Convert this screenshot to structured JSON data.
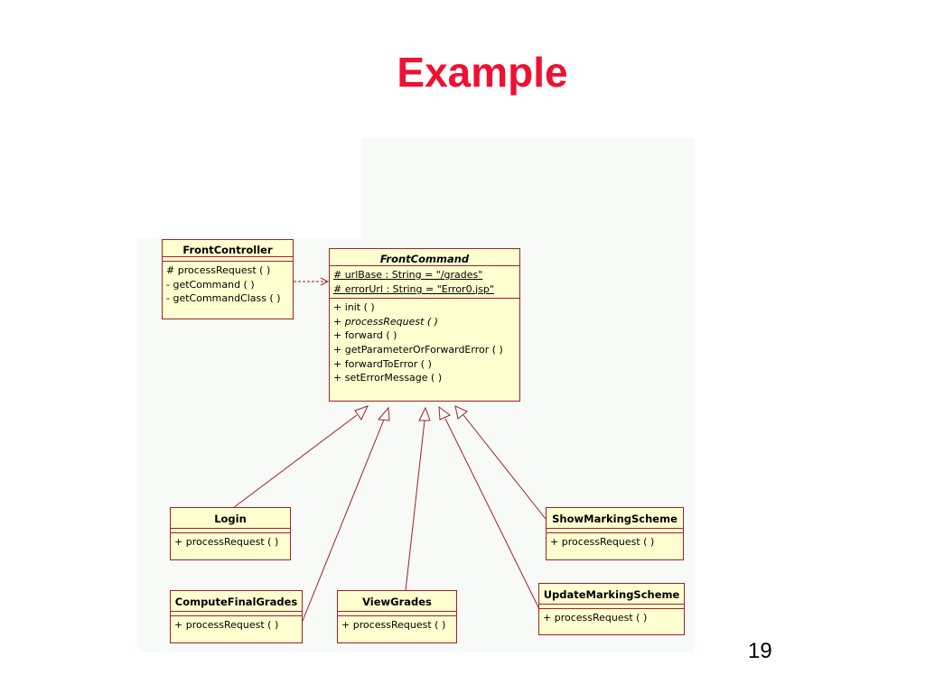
{
  "slide": {
    "title": "Example",
    "page_number": "19"
  },
  "diagram": {
    "line_color": "#a0202c",
    "box_fill": "#ffffd0",
    "canvas_fill": "#f7faf7",
    "classes": {
      "front_controller": {
        "name": "FrontController",
        "operations": [
          "# processRequest ( )",
          "- getCommand ( )",
          "- getCommandClass ( )"
        ]
      },
      "front_command": {
        "name": "FrontCommand",
        "attributes": [
          "# urlBase : String = \"/grades\"",
          "# errorUrl : String = \"Error0.jsp\""
        ],
        "operations": [
          "+ init ( )",
          "+ processRequest ( )",
          "+ forward ( )",
          "+ getParameterOrForwardError ( )",
          "+ forwardToError ( )",
          "+ setErrorMessage ( )"
        ]
      },
      "login": {
        "name": "Login",
        "operations": [
          "+ processRequest ( )"
        ]
      },
      "compute_final_grades": {
        "name": "ComputeFinalGrades",
        "operations": [
          "+ processRequest ( )"
        ]
      },
      "view_grades": {
        "name": "ViewGrades",
        "operations": [
          "+ processRequest ( )"
        ]
      },
      "show_marking_scheme": {
        "name": "ShowMarkingScheme",
        "operations": [
          "+ processRequest ( )"
        ]
      },
      "update_marking_scheme": {
        "name": "UpdateMarkingScheme",
        "operations": [
          "+ processRequest ( )"
        ]
      }
    }
  }
}
